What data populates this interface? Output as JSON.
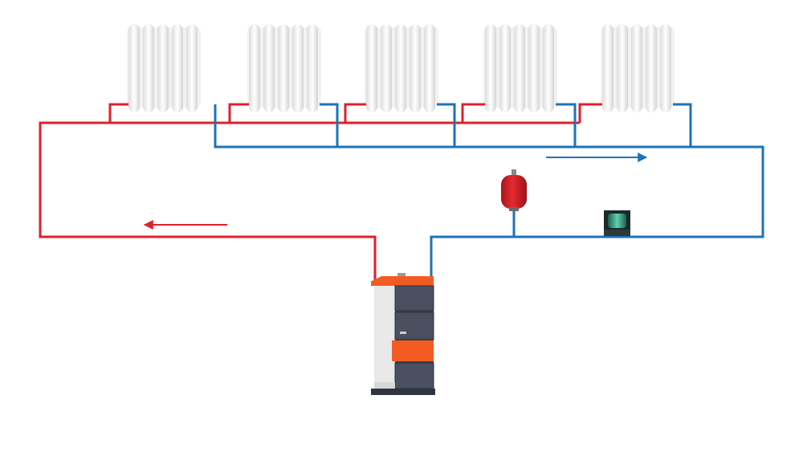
{
  "diagram": {
    "type": "heating-system-schematic",
    "colors": {
      "supply": "#e0202a",
      "return": "#1d73b8",
      "background": "#ffffff",
      "radiator": "#eeeeee",
      "boiler_orange": "#f25c22",
      "boiler_dark": "#3c4250",
      "boiler_side": "#e9e9e9",
      "tank_red": "#d61f26",
      "pump_green": "#3aa58a"
    },
    "radiators": [
      {
        "name": "radiator-1"
      },
      {
        "name": "radiator-2"
      },
      {
        "name": "radiator-3"
      },
      {
        "name": "radiator-4"
      },
      {
        "name": "radiator-5"
      }
    ],
    "components": {
      "boiler": "solid-fuel-boiler",
      "expansion_tank": "expansion-tank",
      "pump": "circulation-pump"
    },
    "flow_arrows": [
      {
        "pipe": "supply",
        "direction": "left"
      },
      {
        "pipe": "return",
        "direction": "right"
      }
    ]
  }
}
